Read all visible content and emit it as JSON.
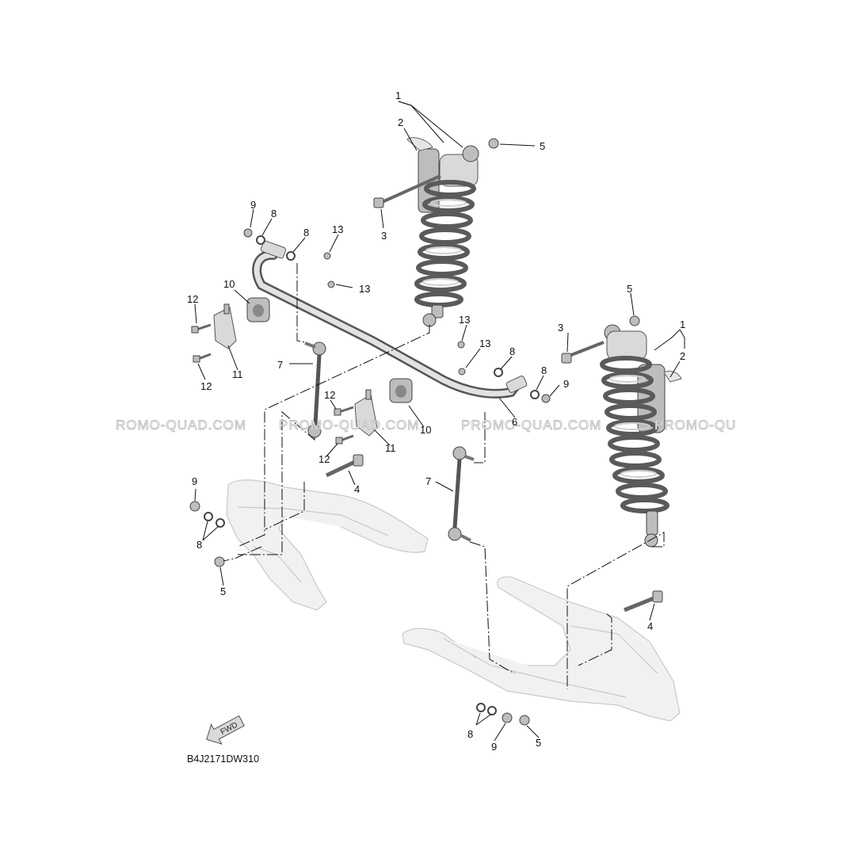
{
  "diagram_code": "B4J2171DW310",
  "forward_label": "FWD",
  "watermarks": [
    "ROMO-QUAD.COM",
    "PROMO-QUAD.COM",
    "PROMO-QUAD.COM",
    "PROMO-QU"
  ],
  "callouts": {
    "left_shock_assembly": "1",
    "left_shock_cover": "2",
    "left_shock_bolt": "3",
    "left_shock_nut": "5",
    "right_shock_nut": "5",
    "right_shock_bolt": "3",
    "right_shock_assembly": "1",
    "right_shock_cover": "2",
    "top_nut_left": "9",
    "top_washer_left": "8",
    "top_washer_left_2": "8",
    "fitting_13_a": "13",
    "fitting_13_b": "13",
    "bushing_left": "10",
    "bolt_12_a": "12",
    "bracket_left": "11",
    "bolt_12_b": "12",
    "link_left": "7",
    "fitting_13_c": "13",
    "fitting_13_d": "13",
    "washer_8_mid": "8",
    "washer_8_mid_2": "8",
    "nut_9_mid": "9",
    "bolt_12_c": "12",
    "bushing_right": "10",
    "bracket_right": "11",
    "bolt_12_d": "12",
    "stabilizer": "6",
    "bolt_4_left": "4",
    "link_right": "7",
    "nut_9_left_arm": "9",
    "washers_8_left_arm": "8",
    "nut_5_left_arm": "5",
    "bolt_4_right": "4",
    "washers_8_right_arm": "8",
    "nut_9_right_arm": "9",
    "nut_5_right_arm": "5"
  }
}
